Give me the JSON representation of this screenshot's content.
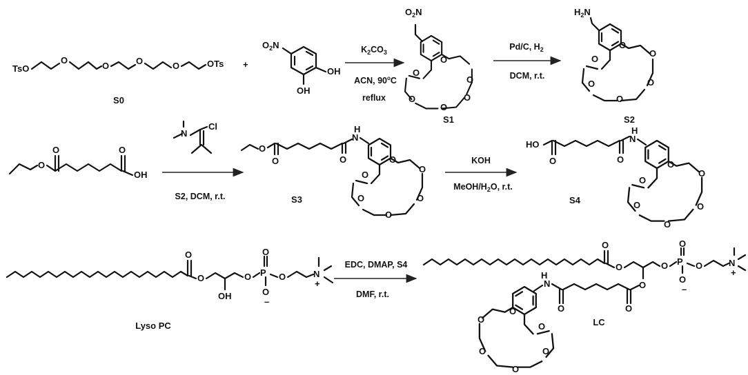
{
  "compounds": {
    "s0": "S0",
    "s1": "S1",
    "s2": "S2",
    "s3": "S3",
    "s4": "S4",
    "lyso_pc": "Lyso PC",
    "lc": "LC"
  },
  "operators": {
    "plus": "+"
  },
  "atoms": {
    "tso": "TsO",
    "ots": "OTs",
    "o": "O",
    "oh": "OH",
    "o2n": "O2N",
    "h2n": "H2N",
    "nh": "H",
    "n": "N",
    "cl": "Cl",
    "p": "P",
    "ho": "HO",
    "plus_charge": "+",
    "minus_charge": "–"
  },
  "conditions": {
    "step1_top": "K2CO3",
    "step1_mid": "ACN, 90°C",
    "step1_bot": "reflux",
    "step2_top": "Pd/C, H2",
    "step2_bot": "DCM, r.t.",
    "step3_bot": "S2, DCM, r.t.",
    "step4_top": "KOH",
    "step4_bot": "MeOH/H2O, r.t.",
    "step5_top": "EDC, DMAP, S4",
    "step5_bot": "DMF, r.t."
  }
}
